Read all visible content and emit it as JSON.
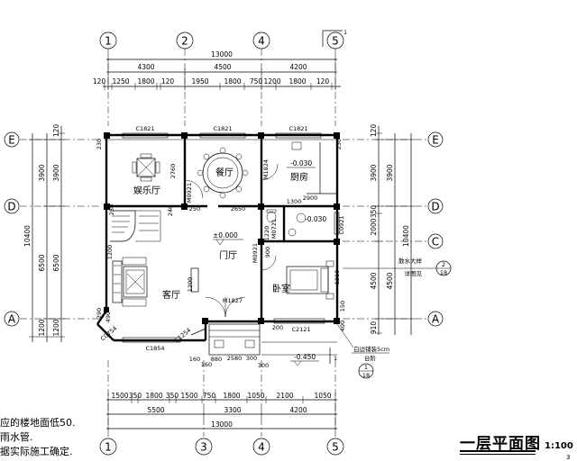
{
  "title": "一层平面图",
  "scale": "1:100",
  "corner": "3",
  "axes": {
    "vertical": [
      "1",
      "2",
      "4",
      "5",
      "1",
      "3",
      "4",
      "5"
    ],
    "horizontal": [
      "E",
      "D",
      "A",
      "E",
      "D",
      "C",
      "A"
    ],
    "sub_axis_top": "1",
    "sub_axis_bottom": "1",
    "detail_callouts": [
      {
        "num": "2",
        "den": "18"
      },
      {
        "num": "1",
        "den": "18"
      }
    ]
  },
  "dims_top": {
    "total": "13000",
    "mid": [
      "4300",
      "4500",
      "4200"
    ],
    "detail": [
      "120",
      "1250",
      "1800",
      "120",
      "1950",
      "1800",
      "750",
      "1200",
      "1800",
      "120"
    ]
  },
  "dims_bottom": {
    "detail": [
      "1500",
      "350",
      "1800",
      "350",
      "1500",
      "750",
      "1800",
      "1050",
      "2100",
      "1050"
    ],
    "mid": [
      "5500",
      "3300",
      "4200"
    ],
    "total": "13000"
  },
  "dims_left": {
    "detail": [
      "120",
      "3900",
      "6500",
      "1200"
    ],
    "mid": [
      "3900",
      "6500",
      "1200"
    ],
    "total": "10400"
  },
  "dims_right": {
    "detail": [
      "120",
      "3900",
      "350",
      "2000",
      "4500",
      "910"
    ],
    "mid": [
      "3900",
      "4500"
    ],
    "total": "10400"
  },
  "rooms": {
    "entertainment": "娱乐厅",
    "dining": "餐厅",
    "kitchen": "厨房",
    "foyer": "门厅",
    "living": "客厅",
    "bedroom": "卧室"
  },
  "windows": {
    "w_c1821_a": "C1821",
    "w_c1821_b": "C1821",
    "w_c1821_c": "C1821",
    "w_c0921": "C0921",
    "w_c2121": "C2121",
    "w_c1854": "C1854",
    "w_c1254": "C1254",
    "w_c0754": "C0754"
  },
  "doors": {
    "m0921": "M0921",
    "m1824": "M1824",
    "m1827": "M1827",
    "m0721": "M0721",
    "m0921b": "M0921"
  },
  "levels": {
    "ground": "±0.000",
    "kitchen": "-0.030",
    "wc": "-0.030",
    "outside": "-0.450"
  },
  "misc": {
    "d2760": "2760",
    "d2650": "2650",
    "d2900": "2900",
    "d1300": "1300",
    "d1200": "1200",
    "d1220": "1220",
    "d250": "250",
    "d900": "900",
    "d1210": "1210",
    "d1200b": "1200",
    "d2580": "2580",
    "d160a": "160",
    "d160b": "160",
    "d880": "880",
    "d300a": "300",
    "d300b": "300",
    "d230a": "230",
    "d230b": "230",
    "d230c": "230",
    "d240": "240",
    "d200": "200",
    "d290": "290",
    "d150": "150",
    "d400": "400",
    "d490": "490"
  },
  "annotations": {
    "stair_note_1": "散水大样",
    "stair_note_2": "详图见",
    "curb_note": "白边铺装5cm",
    "aside_note": "台阶"
  },
  "notes": [
    "应的楼地面低50.",
    "雨水管.",
    "据实际施工确定."
  ]
}
